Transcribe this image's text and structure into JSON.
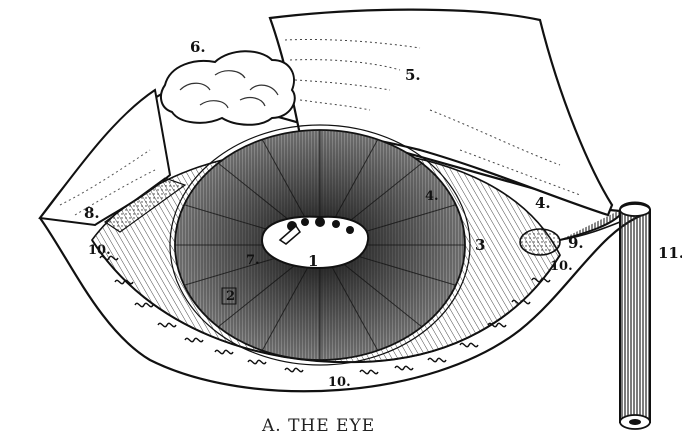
{
  "figure": {
    "caption": "A.  THE EYE",
    "labels": {
      "l1": "1",
      "l2": "2",
      "l3": "3",
      "l4": "4.",
      "l4b": "4.",
      "l5": "5.",
      "l6": "6.",
      "l7": "7.",
      "l8": "8.",
      "l9": "9.",
      "l10a": "10.",
      "l10b": "10.",
      "l10c": "10.",
      "l11": "11."
    },
    "colors": {
      "ink": "#111111",
      "paper": "#ffffff",
      "shade": "#2a2a2a"
    }
  }
}
